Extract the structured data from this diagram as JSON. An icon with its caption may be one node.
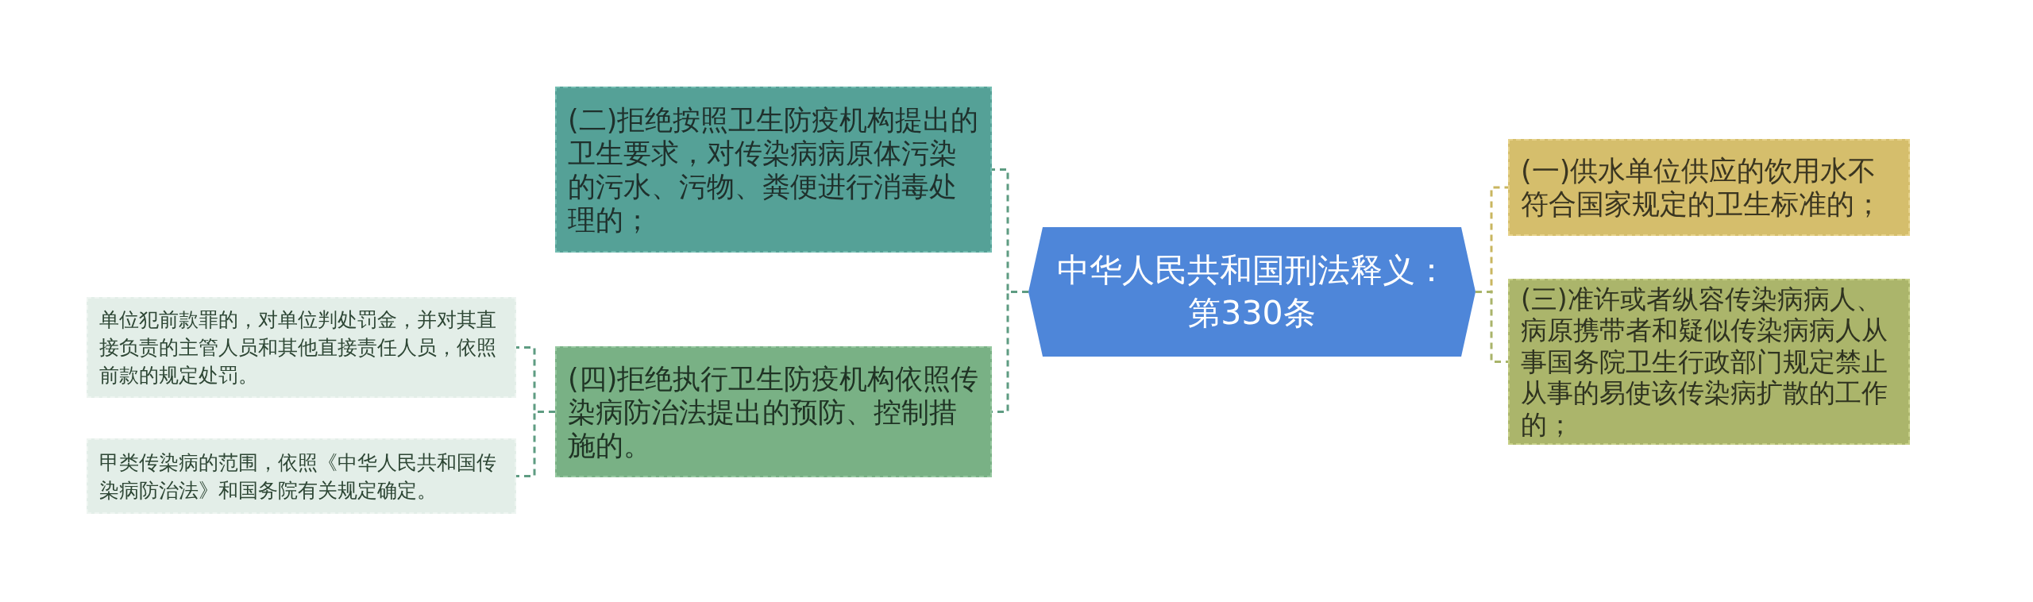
{
  "diagram": {
    "nodes": [
      {
        "text": [
          "中华人民共和国刑法释义：第330条"
        ]
      },
      {
        "text": [
          "(一)供水单位供应的饮用水不符合国家规定的卫生标准的；"
        ]
      },
      {
        "text": [
          "(三)准许或者纵容传染病病人、病原携带者和疑似传染病病人从事国务院卫生行政部门规定禁止从事的易使该传染病扩散的工作的；"
        ]
      },
      {
        "text": [
          "(二)拒绝按照卫生防疫机构提出的卫生要求，对传染病病原体污染的污水、污物、粪便进行消毒处理的；"
        ]
      },
      {
        "text": [
          "(四)拒绝执行卫生防疫机构依照传染病防治法提出的预防、控制措施的。"
        ]
      },
      {
        "text": [
          "单位犯前款罪的，对单位判处罚金，并对其直接负责的主管人员和其他直接责任人员，依照前款的规定处罚。"
        ]
      },
      {
        "text": [
          "甲类传染病的范围，依照《中华人民共和国传染病防治法》和国务院有关规定确定。"
        ]
      }
    ],
    "edges": [
      {
        "from": 0,
        "to": 1,
        "arrow": "none",
        "color": "#c9b660"
      },
      {
        "from": 0,
        "to": 2,
        "arrow": "none",
        "color": "#a9b46a"
      },
      {
        "from": 0,
        "to": 3,
        "arrow": "none"
      },
      {
        "from": 0,
        "to": 4,
        "arrow": "none"
      },
      {
        "from": 4,
        "to": 5,
        "arrow": "none"
      },
      {
        "from": 4,
        "to": 6,
        "arrow": "none"
      }
    ]
  }
}
